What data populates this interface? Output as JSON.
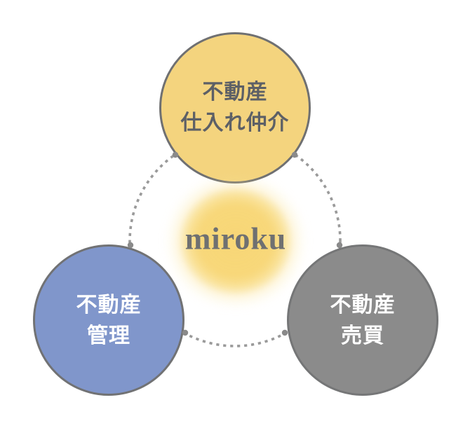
{
  "diagram": {
    "center_label": "miroku",
    "circles": {
      "procurement": {
        "line1": "不動産",
        "line2": "仕入れ仲介",
        "fill": "#F4D47E",
        "border": "#6F7072",
        "text_color": "#5D6066"
      },
      "management": {
        "line1": "不動産",
        "line2": "管理",
        "fill": "#8096CB",
        "border": "#717274",
        "text_color": "#FFFFFF"
      },
      "sales": {
        "line1": "不動産",
        "line2": "売買",
        "fill": "#8B8B8B",
        "border": "#757677",
        "text_color": "#FFFFFF"
      }
    },
    "colors": {
      "background": "#FFFFFF",
      "dotted_ring": "#9A9A9A",
      "junction_dot": "#8A8A8A",
      "center_text": "#6F7071",
      "glow": "#F8D878"
    }
  }
}
